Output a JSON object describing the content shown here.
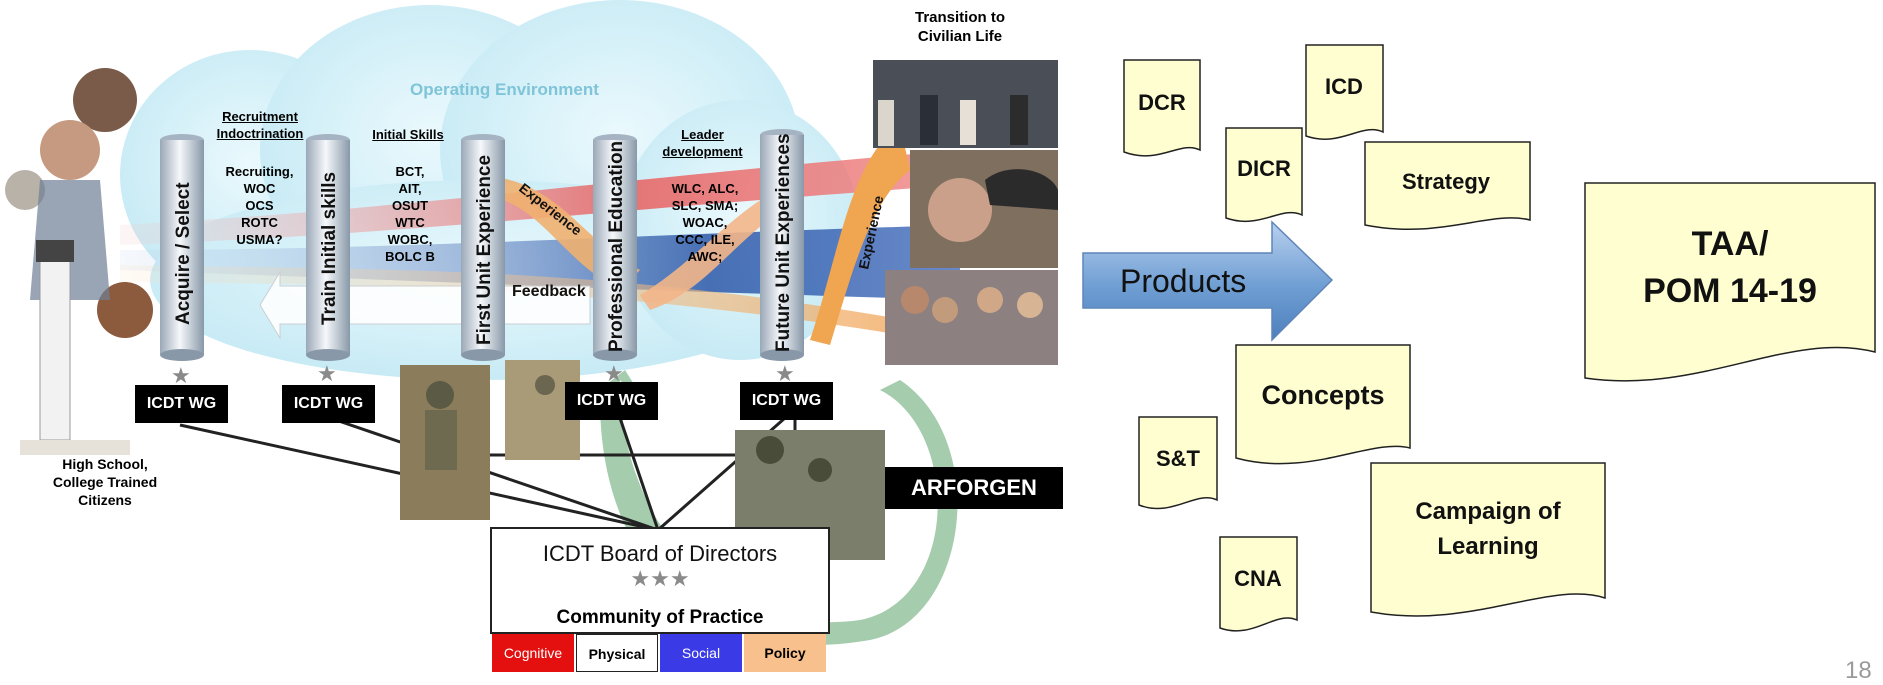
{
  "diagram": {
    "operating_environment": "Operating Environment",
    "transition_label": "Transition to Civilian Life",
    "source_label": "High School, College Trained Citizens",
    "pillars": [
      {
        "label": "Acquire / Select"
      },
      {
        "label": "Train Initial  skills"
      },
      {
        "label": "First Unit Experience"
      },
      {
        "label": "Professional Education"
      },
      {
        "label": "Future Unit Experiences"
      }
    ],
    "column_headers": {
      "recruitment": "Recruitment Indoctrination",
      "initial_skills": "Initial Skills",
      "leader_development": "Leader development"
    },
    "lists": {
      "recruitment": [
        "Recruiting,",
        "WOC",
        "OCS",
        "ROTC",
        "USMA?"
      ],
      "initial_skills": [
        "BCT,",
        "AIT,",
        "OSUT",
        "WTC",
        "WOBC,",
        "BOLC B"
      ],
      "leader_development": [
        "WLC, ALC,",
        "SLC, SMA;",
        "WOAC,",
        "CCC, ILE,",
        "AWC;"
      ]
    },
    "flow_labels": {
      "experience_1": "Experience",
      "experience_2": "Experience",
      "feedback": "Feedback"
    },
    "wg_boxes": [
      "ICDT WG",
      "ICDT WG",
      "ICDT WG",
      "ICDT WG"
    ],
    "arforgen": "ARFORGEN",
    "board": {
      "title": "ICDT Board of Directors",
      "stars": "★★★",
      "community": "Community of Practice",
      "domains": [
        {
          "label": "Cognitive",
          "color": "#e41010"
        },
        {
          "label": "Physical",
          "color": "#ffffff"
        },
        {
          "label": "Social",
          "color": "#3a3ae6"
        },
        {
          "label": "Policy",
          "color": "#f8c08c"
        }
      ]
    }
  },
  "products_arrow": {
    "label": "Products"
  },
  "documents": [
    {
      "label": "DCR"
    },
    {
      "label": "ICD"
    },
    {
      "label": "DICR"
    },
    {
      "label": "Strategy"
    },
    {
      "label": "TAA/"
    },
    {
      "label": "POM 14-19"
    },
    {
      "label": "Concepts"
    },
    {
      "label": "S&T"
    },
    {
      "label": "Campaign of"
    },
    {
      "label": "Learning"
    },
    {
      "label": "CNA"
    }
  ],
  "slide_number": "18",
  "colors": {
    "doc_fill": "#fefed0",
    "arrow_fill": "#6c9fd3",
    "cloud": "#c8ecf6"
  }
}
